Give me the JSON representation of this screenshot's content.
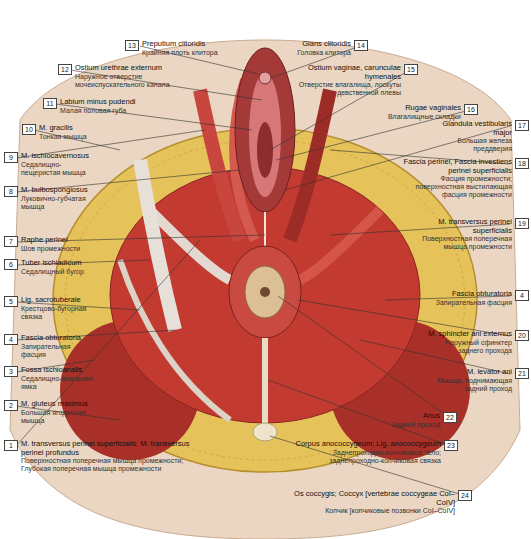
{
  "diagram": {
    "nodes": [
      {
        "text": [
          "13",
          "Preputium clitoridis",
          "Крайняя плоть клитора"
        ]
      },
      {
        "text": [
          "12",
          "Ostium urethrae externum",
          "Наружное отверстие мочеиспускательного канала"
        ]
      },
      {
        "text": [
          "11",
          "Labium minus pudendi",
          "Малая половая губа"
        ]
      },
      {
        "text": [
          "10",
          "M. gracilis",
          "Тонкая мышца"
        ]
      },
      {
        "text": [
          "9",
          "M. ischiocavernosus",
          "Седалищно-пещеристая мышца"
        ]
      },
      {
        "text": [
          "8",
          "M. bulbospongiosus",
          "Луковично-губчатая мышца"
        ]
      },
      {
        "text": [
          "7",
          "Raphe perinei",
          "Шов промежности"
        ]
      },
      {
        "text": [
          "6",
          "Tuber ischiadicum",
          "Седалищный бугор"
        ]
      },
      {
        "text": [
          "5",
          "Lig. sacrotuberale",
          "Крестцово-бугорная связка"
        ]
      },
      {
        "text": [
          "4",
          "Fascia obturatoria",
          "Запирательная фасция"
        ]
      },
      {
        "text": [
          "3",
          "Fossa ischioanalis",
          "Седалищно-анальная ямка"
        ]
      },
      {
        "text": [
          "2",
          "M. gluteus maximus",
          "Большая ягодичная мышца"
        ]
      },
      {
        "text": [
          "1",
          "M. transversus perinei superficialis; M. transversus perinei profundus",
          "Поверхностная поперечная мышца промежности; Глубокая поперечная мышца промежности"
        ]
      },
      {
        "text": [
          "14",
          "Glans clitoridis",
          "Головка клитора"
        ]
      },
      {
        "text": [
          "15",
          "Ostium vaginae, carunculae hymenales",
          "Отверстие влагалища, лоскуты девственной плевы"
        ]
      },
      {
        "text": [
          "16",
          "Rugae vaginales",
          "Влагалищные складки"
        ]
      },
      {
        "text": [
          "17",
          "Glandula vestibularis major",
          "Большая железа преддверия"
        ]
      },
      {
        "text": [
          "18",
          "Fascia perinei, Fascia investiens perinei superficialis",
          "Фасция промежности; поверхностная выстилающая фасция промежности"
        ]
      },
      {
        "text": [
          "19",
          "M. transversus perinei superficialis",
          "Поверхностная поперечная мышца промежности"
        ]
      },
      {
        "text": [
          "4",
          "Fascia obturatoria",
          "Запирательная фасция"
        ]
      },
      {
        "text": [
          "20",
          "M. sphincter ani externus",
          "Наружный сфинктер заднего прохода"
        ]
      },
      {
        "text": [
          "21",
          "M. levator ani",
          "Мышца, поднимающая задний проход"
        ]
      },
      {
        "text": [
          "22",
          "Anus",
          "Задний проход"
        ]
      },
      {
        "text": [
          "23",
          "Corpus anococcygeum; Lig. anococcygeum",
          "Заднепроходно-копчиковое тело; заднепроходно-копчиковая связка"
        ]
      },
      {
        "text": [
          "24",
          "Os coccygis; Coccyx [vertebrae coccygeae CoI–CoIV]",
          "Копчик [копчиковые позвонки CoI–CoIV]"
        ]
      }
    ]
  }
}
